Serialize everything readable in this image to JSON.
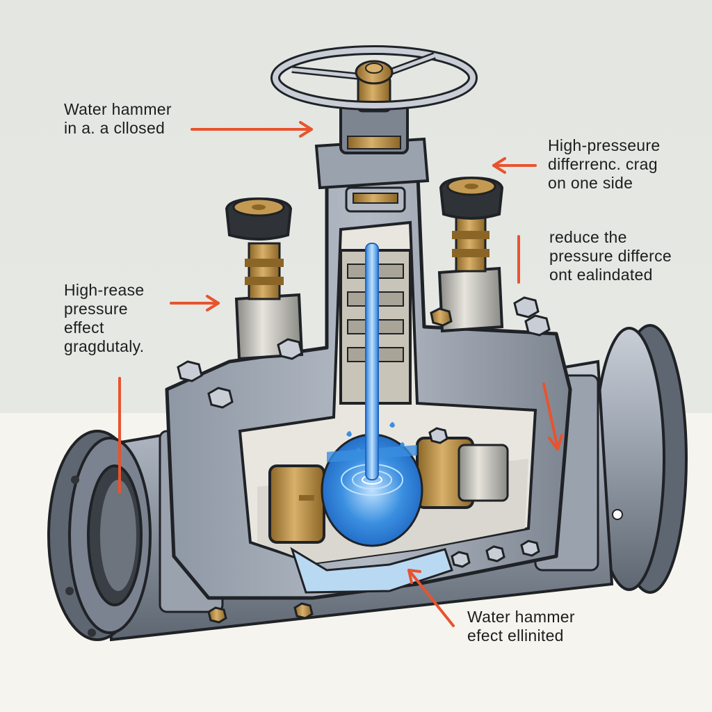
{
  "colors": {
    "background_top": "#e6e8e4",
    "background_bottom": "#f4f2ec",
    "steel": "#8e97a4",
    "steel_dark": "#5e6672",
    "steel_light": "#c9ced6",
    "brass": "#c49a52",
    "brass_dark": "#8a6526",
    "knob": "#2f3237",
    "water": "#3a8fe0",
    "water_light": "#8cc6f5",
    "arrow": "#e8532e",
    "outline": "#1f2226"
  },
  "icons": [
    "handwheel-icon",
    "arrow-icon"
  ],
  "labels": {
    "top_left": [
      "Water hammer",
      "in a. a cllosed"
    ],
    "top_right": [
      "High-presseure",
      "differrenc. crag",
      "on one side"
    ],
    "mid_right": [
      "reduce  the",
      "pressure differce",
      "ont ealindated"
    ],
    "mid_left": [
      "High-rease",
      "pressure",
      "effect",
      "gragdutaly."
    ],
    "bottom": [
      "Water hammer",
      "efect ellinited"
    ]
  }
}
